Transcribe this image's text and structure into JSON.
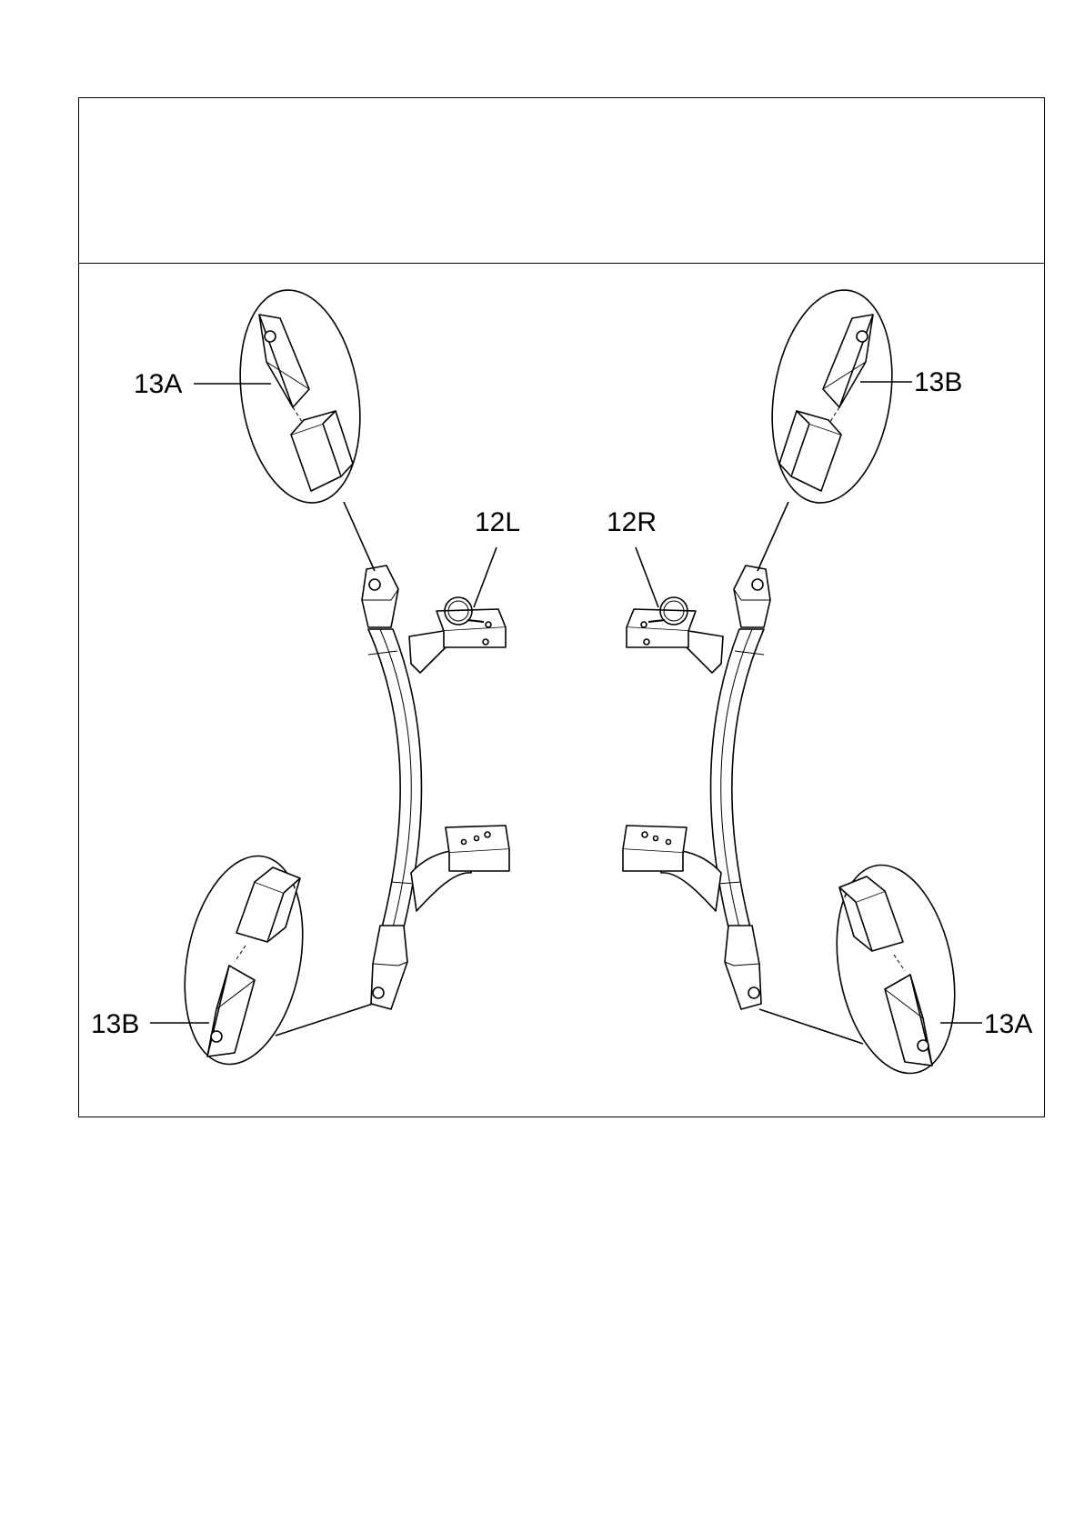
{
  "labels": {
    "top_left": "13A",
    "top_right": "13B",
    "bracket_left": "12L",
    "bracket_right": "12R",
    "bottom_left": "13B",
    "bottom_right": "13A"
  },
  "colors": {
    "line": "#000000",
    "fill": "#ffffff",
    "shade": "#e8e8e8"
  }
}
